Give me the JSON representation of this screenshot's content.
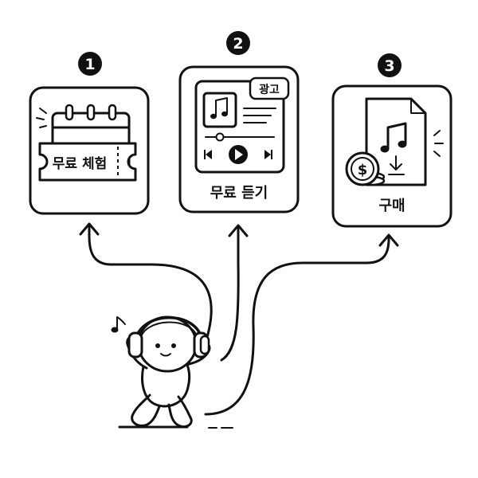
{
  "steps": [
    {
      "number": "1",
      "label": "무료 체험"
    },
    {
      "number": "2",
      "label": "무료 듣기",
      "ad_badge": "광고"
    },
    {
      "number": "3",
      "label": "구매",
      "coin_symbol": "$"
    }
  ],
  "icons": {
    "step1": [
      "calendar-icon",
      "ticket-icon"
    ],
    "step2": [
      "music-player-icon",
      "ad-badge",
      "play-icon"
    ],
    "step3": [
      "music-file-icon",
      "download-icon",
      "coin-icon"
    ],
    "character": [
      "headphones-icon",
      "music-note-icon"
    ]
  },
  "colors": {
    "ink": "#111111",
    "background": "#ffffff"
  }
}
